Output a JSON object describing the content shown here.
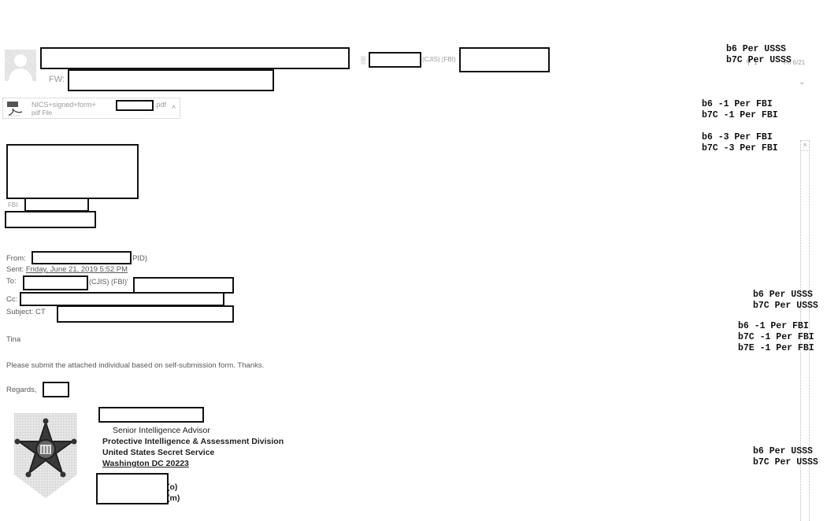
{
  "header": {
    "subject_prefix": "FW:",
    "recipient_suffix": "(CJIS) (FBI)",
    "attachment_count": "1",
    "date": "Fri 6/21"
  },
  "attachment": {
    "name_prefix": "NICS+signed+form+",
    "name_suffix": ".pdf",
    "type": "pdf File",
    "icon": "pdf-icon"
  },
  "forward_block": {
    "org_label": "FBI"
  },
  "message": {
    "from_label": "From:",
    "from_suffix": "PID)",
    "sent_label": "Sent:",
    "sent_value": "Friday, June 21, 2019 5:52 PM",
    "to_label": "To:",
    "to_suffix": "(CJIS) (FBI)'",
    "cc_label": "Cc:",
    "subject_label": "Subject:",
    "subject_prefix": "CT",
    "greeting": "Tina",
    "body": "Please submit the attached individual based on self-submission form.  Thanks.",
    "closing": "Regards,"
  },
  "signature": {
    "title": "Senior Intelligence Advisor",
    "division": "Protective Intelligence & Assessment Division",
    "agency": "United States Secret Service",
    "address": "Washington DC 20223",
    "phone_office_suffix": "(o)",
    "phone_mobile_suffix": "(m)",
    "logo": "secret-service-star-badge"
  },
  "exemptions": {
    "top_usss": [
      "b6 Per USSS",
      "b7C Per USSS"
    ],
    "top_fbi_1": [
      "b6 -1 Per FBI",
      "b7C -1 Per FBI"
    ],
    "top_fbi_3": [
      "b6 -3 Per FBI",
      "b7C -3 Per FBI"
    ],
    "mid_usss": [
      "b6 Per USSS",
      "b7C Per USSS"
    ],
    "mid_fbi_1": [
      "b6 -1 Per FBI",
      "b7C -1 Per FBI",
      "b7E -1 Per FBI"
    ],
    "bottom_usss": [
      "b6 Per USSS",
      "b7C Per USSS"
    ]
  }
}
